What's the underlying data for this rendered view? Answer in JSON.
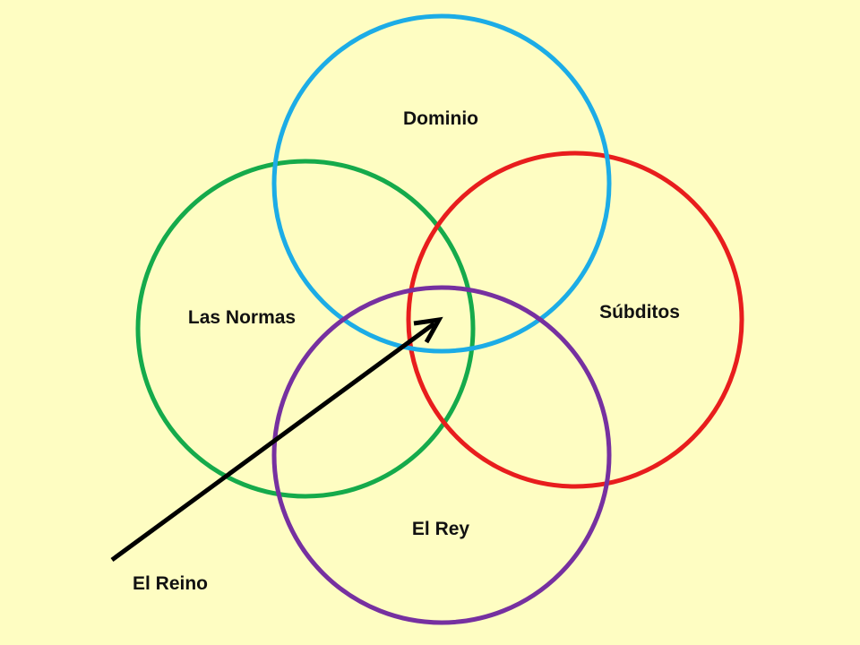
{
  "background_color": "#FEFDC2",
  "circles": [
    {
      "label": "Dominio",
      "color": "#1CACE6"
    },
    {
      "label": "Las Normas",
      "color": "#15AA4B"
    },
    {
      "label": "Súbditos",
      "color": "#E81D1D"
    },
    {
      "label": "El Rey",
      "color": "#7630A0"
    }
  ],
  "arrow": {
    "label": "El Reino",
    "color": "#000000"
  }
}
